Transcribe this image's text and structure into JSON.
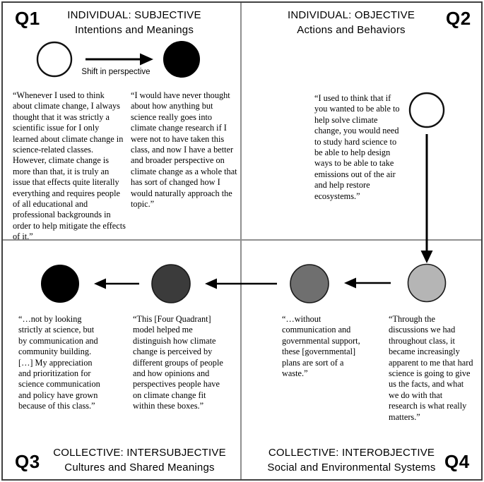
{
  "quadrant1": {
    "label": "Q1",
    "title_line1": "INDIVIDUAL: SUBJECTIVE",
    "title_line2": "Intentions and Meanings",
    "arrow_label": "Shift in perspective",
    "quote_left": "“Whenever I used to think about climate change, I always thought that it was strictly a scientific issue for I only learned about climate change in science-related classes. However, climate change is more than that, it is truly an issue that effects quite literally everything and requires people of all educational and professional backgrounds in order to help mitigate the effects of it.”",
    "quote_right": "“I would have never thought about how anything but science really goes into climate change research if I were not to have taken this class, and now I have a better and broader perspective on climate change as a whole that has sort of changed how I would naturally approach the topic.”"
  },
  "quadrant2": {
    "label": "Q2",
    "title_line1": "INDIVIDUAL: OBJECTIVE",
    "title_line2": "Actions and Behaviors",
    "quote": "“I used to think that if you wanted to be able to help solve climate change, you would need to study hard science to be able to help design ways to be able to take emissions out of the air and help restore ecosystems.”"
  },
  "quadrant3": {
    "label": "Q3",
    "title_line1": "COLLECTIVE: INTERSUBJECTIVE",
    "title_line2": "Cultures and Shared Meanings",
    "quote_left": "“…not by looking strictly at science, but by communication and community building. […] My appreciation and prioritization for science communication and policy have grown because of this class.”",
    "quote_right": "“This [Four Quadrant] model helped me distinguish how climate change is perceived by different groups of people and how opinions and perspectives people have on climate change fit within these boxes.”"
  },
  "quadrant4": {
    "label": "Q4",
    "title_line1": "COLLECTIVE: INTEROBJECTIVE",
    "title_line2": "Social and Environmental Systems",
    "quote_left": "“…without communication and governmental support, these [governmental] plans are sort of a waste.”",
    "quote_right": "“Through the discussions we had throughout class, it became increasingly apparent to me that hard science is going to give us the facts, and what we do with that research is what really matters.”"
  },
  "colors": {
    "circle_white": "#ffffff",
    "circle_black": "#000000",
    "circle_dark_gray": "#3b3b3b",
    "circle_mid_gray": "#6f6f6f",
    "circle_light_gray": "#b5b5b5",
    "circle_outline": "#111111",
    "divider_gray": "#8f8f8f",
    "frame_border": "#414141"
  }
}
